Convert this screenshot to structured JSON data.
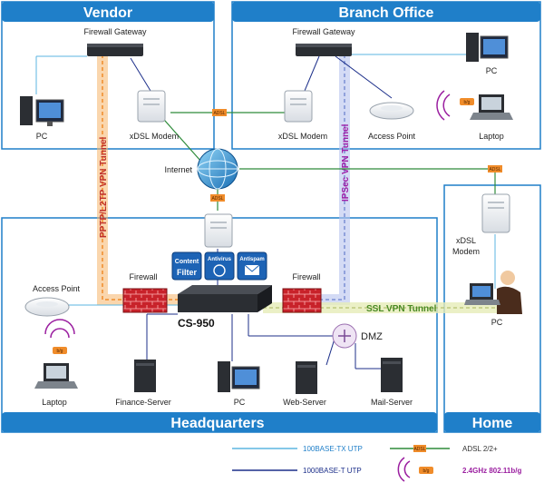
{
  "regions": {
    "vendor": "Vendor",
    "branch": "Branch Office",
    "headquarters": "Headquarters",
    "home": "Home"
  },
  "devices": {
    "vendor_gateway": "Firewall Gateway",
    "vendor_pc": "PC",
    "vendor_modem": "xDSL Modem",
    "branch_gateway": "Firewall Gateway",
    "branch_pc": "PC",
    "branch_modem": "xDSL Modem",
    "branch_ap": "Access Point",
    "branch_laptop": "Laptop",
    "internet": "Internet",
    "hq_ap": "Access Point",
    "hq_laptop": "Laptop",
    "firewall_left": "Firewall",
    "firewall_right": "Firewall",
    "cs950": "CS-950",
    "dmz": "DMZ",
    "finance_server": "Finance-Server",
    "hq_pc": "PC",
    "web_server": "Web-Server",
    "mail_server": "Mail-Server",
    "home_modem_line1": "xDSL",
    "home_modem_line2": "Modem",
    "home_pc": "PC"
  },
  "tunnels": {
    "pptp": "PPTP/L2TP VPN Tunnel",
    "ipsec": "IPSec VPN Tunnel",
    "ssl": "SSL VPN Tunnel"
  },
  "features": {
    "content_line1": "Content",
    "content_line2": "Filter",
    "antivirus": "Antivirus",
    "antispam": "Antispam"
  },
  "badges": {
    "adsl": "ADSL",
    "wifi": "b/g"
  },
  "legend": {
    "fast_ethernet": "100BASE-TX UTP",
    "gigabit": "1000BASE-T UTP",
    "adsl": "ADSL 2/2+",
    "wireless": "2.4GHz 802.11b/g"
  },
  "colors": {
    "region_header": "#1f7fc9",
    "utp_100": "#5bb5e0",
    "utp_1000": "#1c2f8a",
    "adsl_line": "#2e8b3a",
    "pptp_tunnel": "#f08c2a",
    "ipsec_tunnel": "#7b8fd4",
    "ssl_tunnel": "#c9d48a",
    "tunnel_text": "#c0302a",
    "wireless_text": "#9b1fa0"
  }
}
